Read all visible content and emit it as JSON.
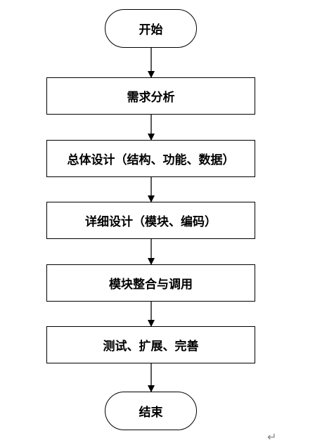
{
  "flowchart": {
    "start": "开始",
    "steps": [
      "需求分析",
      "总体设计（结构、功能、数据）",
      "详细设计（模块、编码）",
      "模块整合与调用",
      "测试、扩展、完善"
    ],
    "end": "结束"
  },
  "paragraph_mark": "↵",
  "colors": {
    "stroke": "#000000",
    "background": "#ffffff"
  }
}
